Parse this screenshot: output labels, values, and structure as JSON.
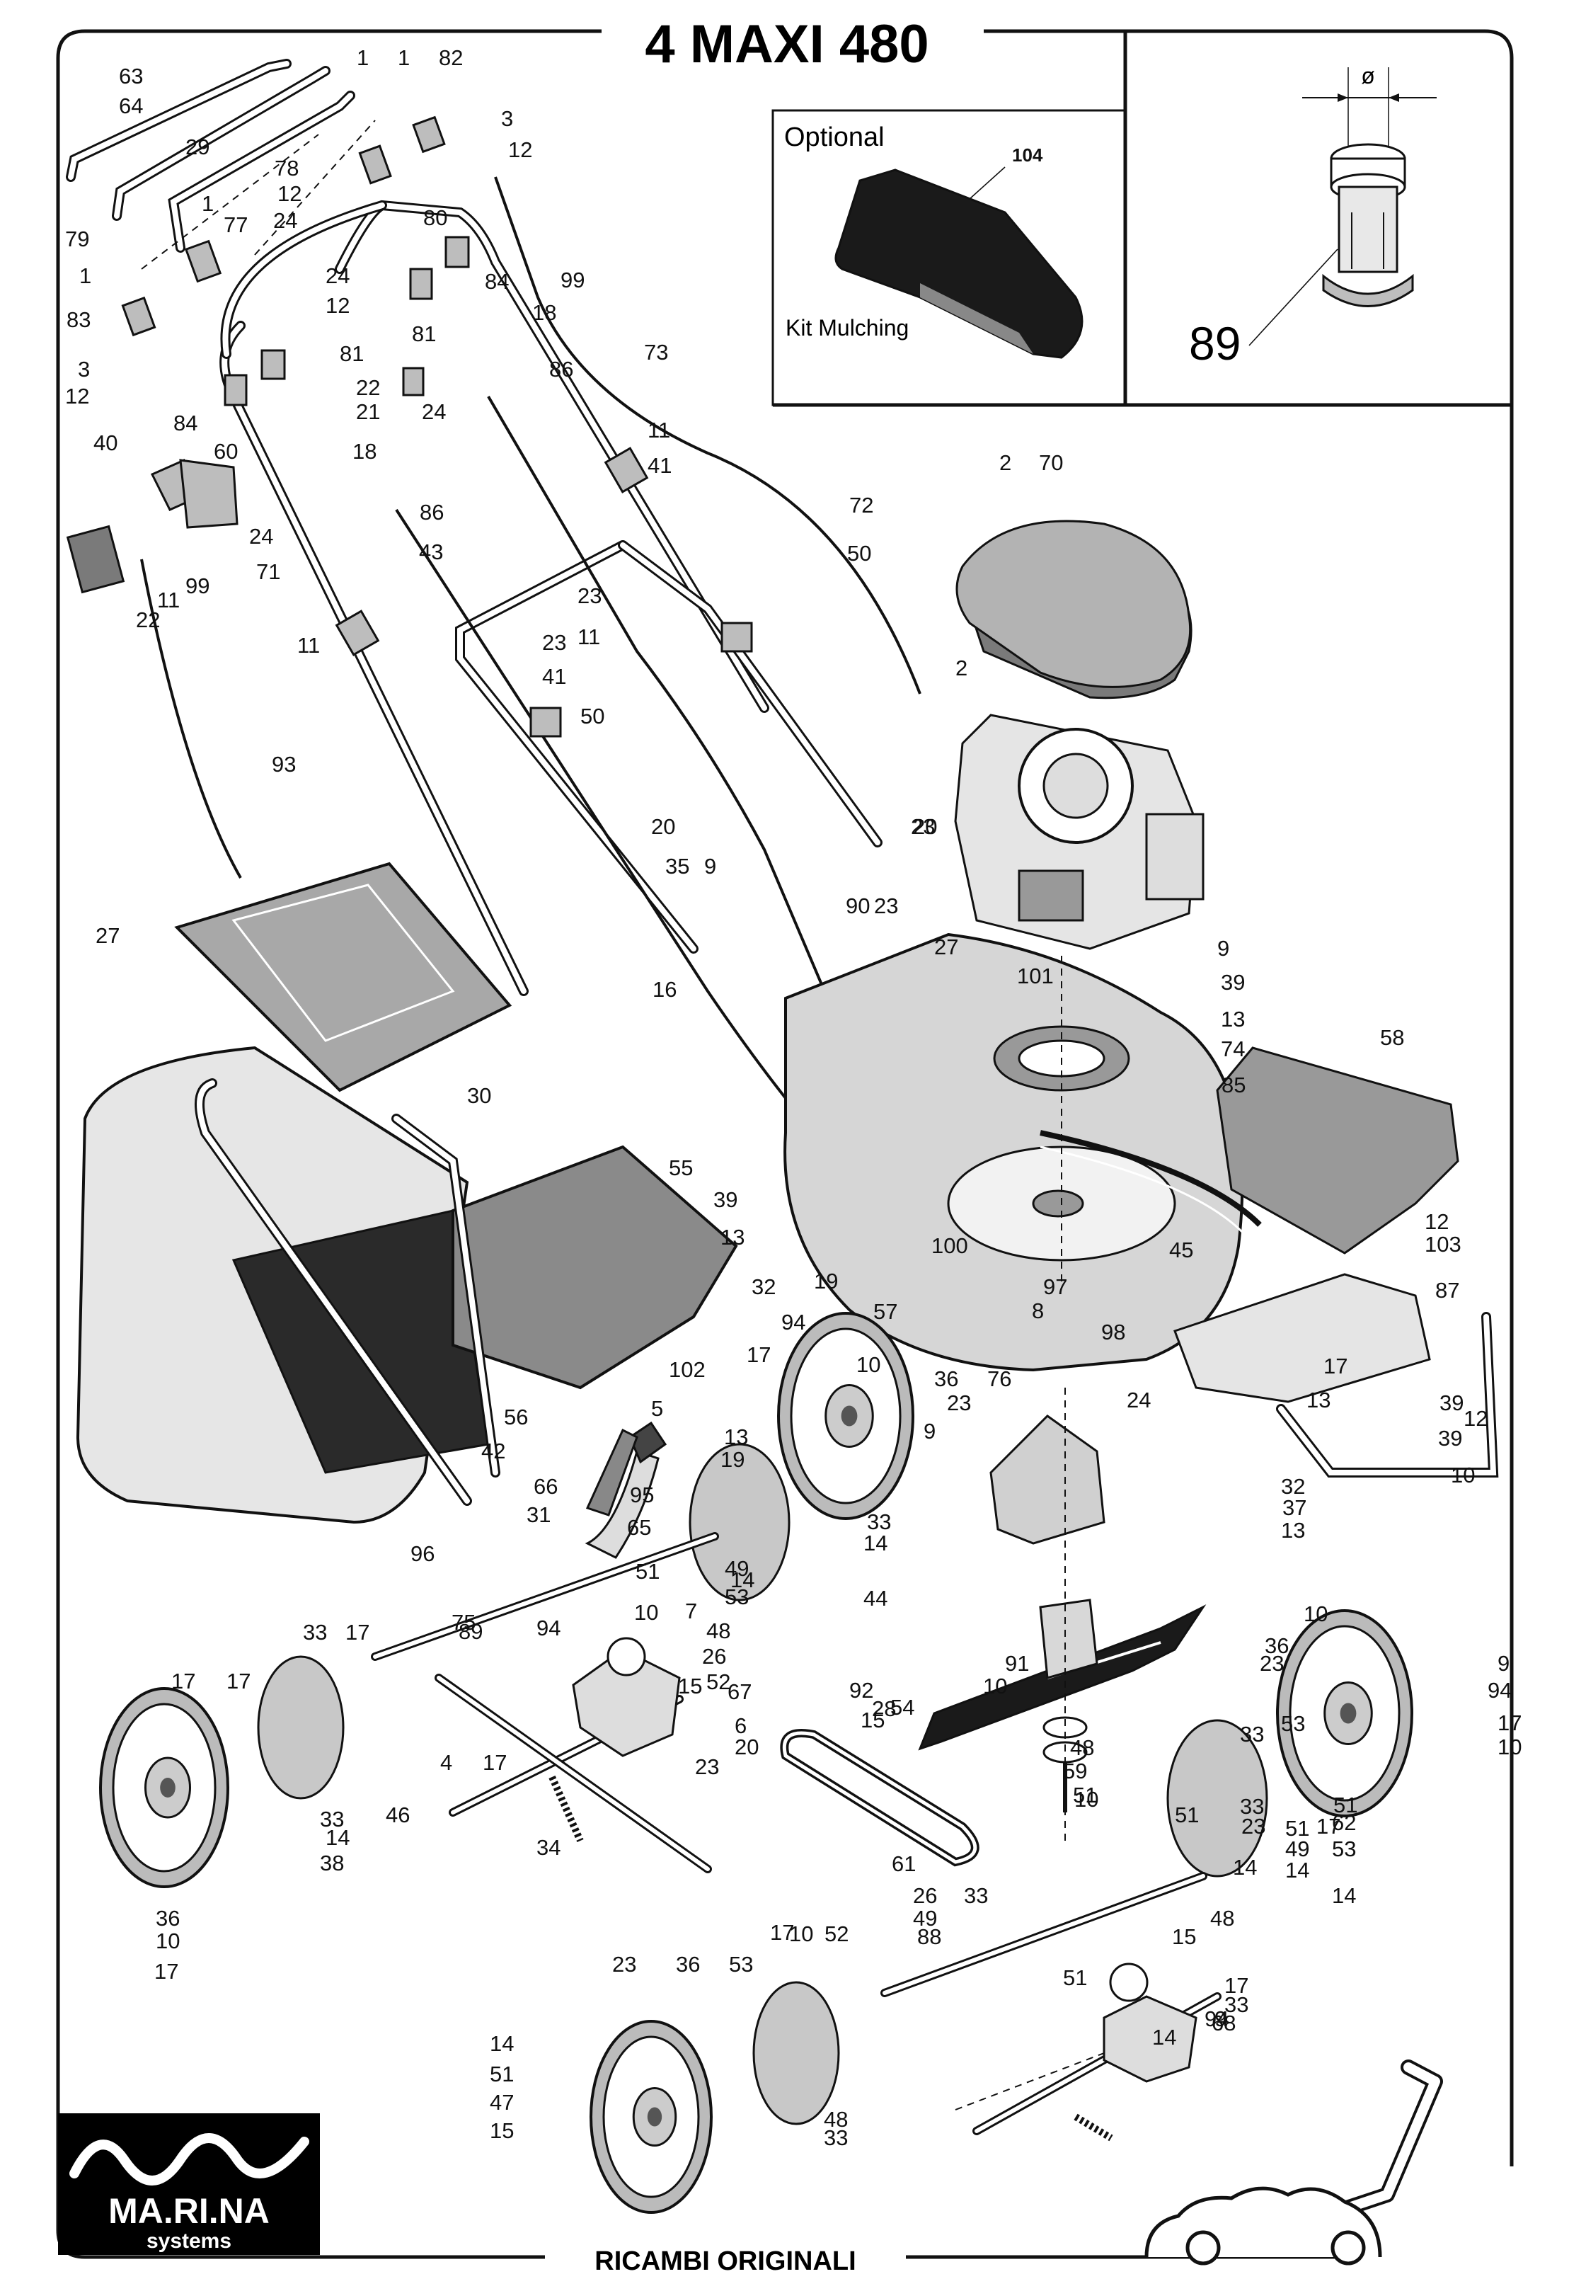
{
  "title": "4 MAXI 480",
  "footer": "RICAMBI ORIGINALI",
  "logo": {
    "brand": "MA.RI.NA",
    "tagline": "systems"
  },
  "optional_box": {
    "heading": "Optional",
    "part_number": "104",
    "caption": "Kit Mulching"
  },
  "detail_box": {
    "diameter_symbol": "ø",
    "part_number": "89"
  },
  "labels": [
    "63",
    "64",
    "29",
    "1",
    "1",
    "82",
    "3",
    "12",
    "78",
    "12",
    "24",
    "1",
    "77",
    "80",
    "79",
    "1",
    "24",
    "84",
    "99",
    "83",
    "12",
    "81",
    "18",
    "3",
    "12",
    "81",
    "22",
    "21",
    "86",
    "24",
    "73",
    "84",
    "40",
    "60",
    "18",
    "11",
    "41",
    "86",
    "2",
    "70",
    "72",
    "99",
    "22",
    "24",
    "71",
    "43",
    "50",
    "11",
    "23",
    "11",
    "23",
    "41",
    "11",
    "2",
    "93",
    "50",
    "20",
    "35",
    "9",
    "23",
    "27",
    "90",
    "23",
    "9",
    "16",
    "20",
    "27",
    "39",
    "101",
    "13",
    "74",
    "58",
    "85",
    "30",
    "55",
    "39",
    "13",
    "12",
    "103",
    "100",
    "97",
    "45",
    "87",
    "32",
    "19",
    "57",
    "8",
    "98",
    "94",
    "17",
    "10",
    "36",
    "102",
    "76",
    "23",
    "9",
    "17",
    "24",
    "13",
    "12",
    "39",
    "32",
    "56",
    "5",
    "13",
    "19",
    "42",
    "66",
    "10",
    "95",
    "39",
    "37",
    "65",
    "96",
    "33",
    "13",
    "31",
    "14",
    "49",
    "51",
    "14",
    "53",
    "44",
    "7",
    "10",
    "33",
    "17",
    "15",
    "48",
    "26",
    "52",
    "67",
    "6",
    "20",
    "23",
    "91",
    "75",
    "94",
    "89",
    "17",
    "10",
    "10",
    "17",
    "36",
    "23",
    "9",
    "94",
    "17",
    "10",
    "28",
    "92",
    "15",
    "48",
    "59",
    "4",
    "17",
    "54",
    "53",
    "51",
    "33",
    "10",
    "33",
    "14",
    "51",
    "49",
    "14",
    "51",
    "53",
    "14",
    "38",
    "46",
    "51",
    "17",
    "62",
    "34",
    "61",
    "14",
    "33",
    "23",
    "36",
    "26",
    "33",
    "49",
    "88",
    "10",
    "17",
    "15",
    "48",
    "94",
    "17",
    "10",
    "52",
    "68",
    "17",
    "33",
    "9",
    "23",
    "36",
    "53",
    "51",
    "14",
    "14",
    "51",
    "47",
    "15",
    "48",
    "33"
  ]
}
